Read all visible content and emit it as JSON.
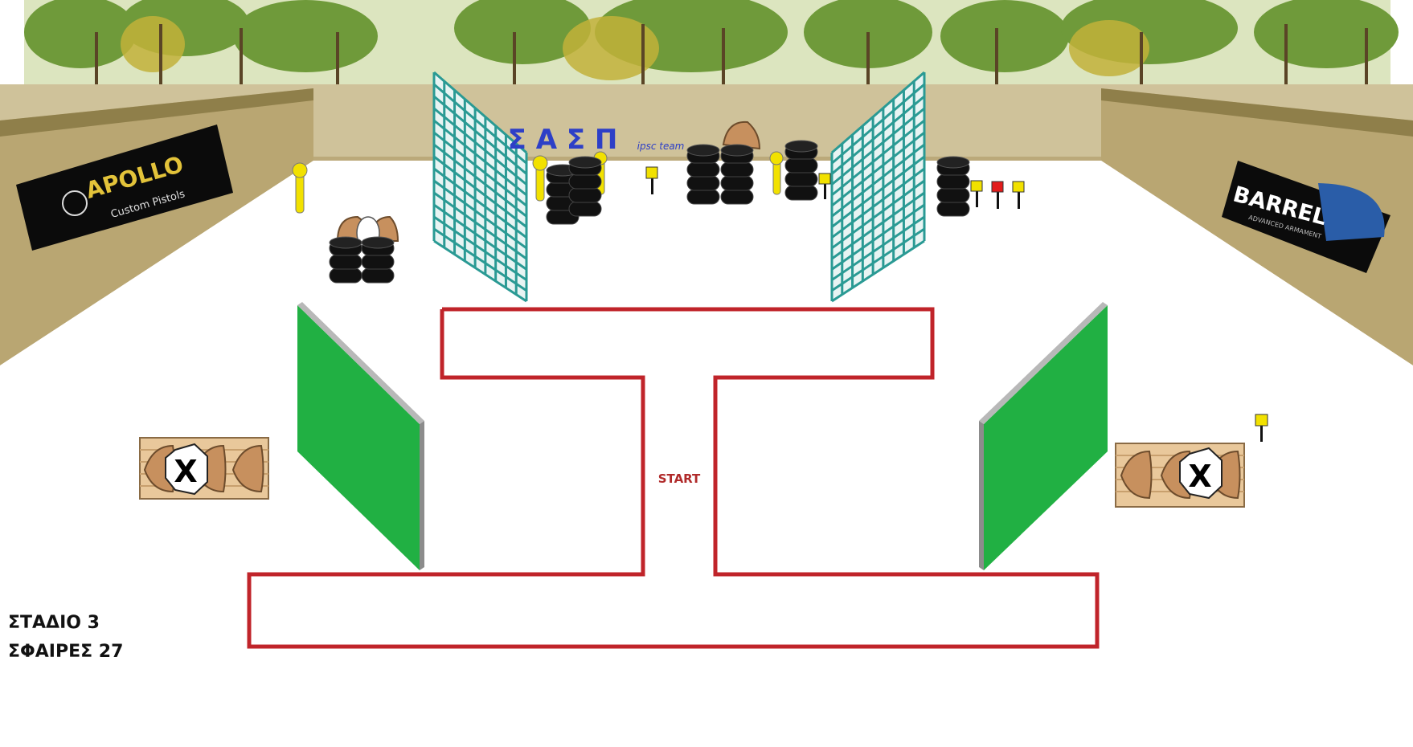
{
  "stage_info": {
    "stage_label": "ΣΤΑΔΙΟ 3",
    "rounds_label": "ΣΦΑΙΡΕΣ 27"
  },
  "start_label": "START",
  "club": {
    "name": "Σ Α Σ Π",
    "subtitle": "ipsc team"
  },
  "sponsors": {
    "left": {
      "name": "APOLLO",
      "tagline": "Custom Pistols"
    },
    "right": {
      "name": "BARREL",
      "tagline": "ADVANCED ARMAMENT"
    }
  },
  "no_shoot_mark": "X",
  "colors": {
    "sky": "#ffffff",
    "berm": "#c9b98c",
    "floor": "#ffffff",
    "wall_green": "#21b043",
    "fault_line_red": "#c0242a",
    "mesh_teal": "#2a9a94",
    "tire_black": "#111111",
    "target_tan": "#c7905e",
    "popper_yellow": "#f2e100",
    "plate_red": "#e21b1b",
    "start_text": "#b02a2a",
    "club_blue": "#2d3fc7"
  }
}
